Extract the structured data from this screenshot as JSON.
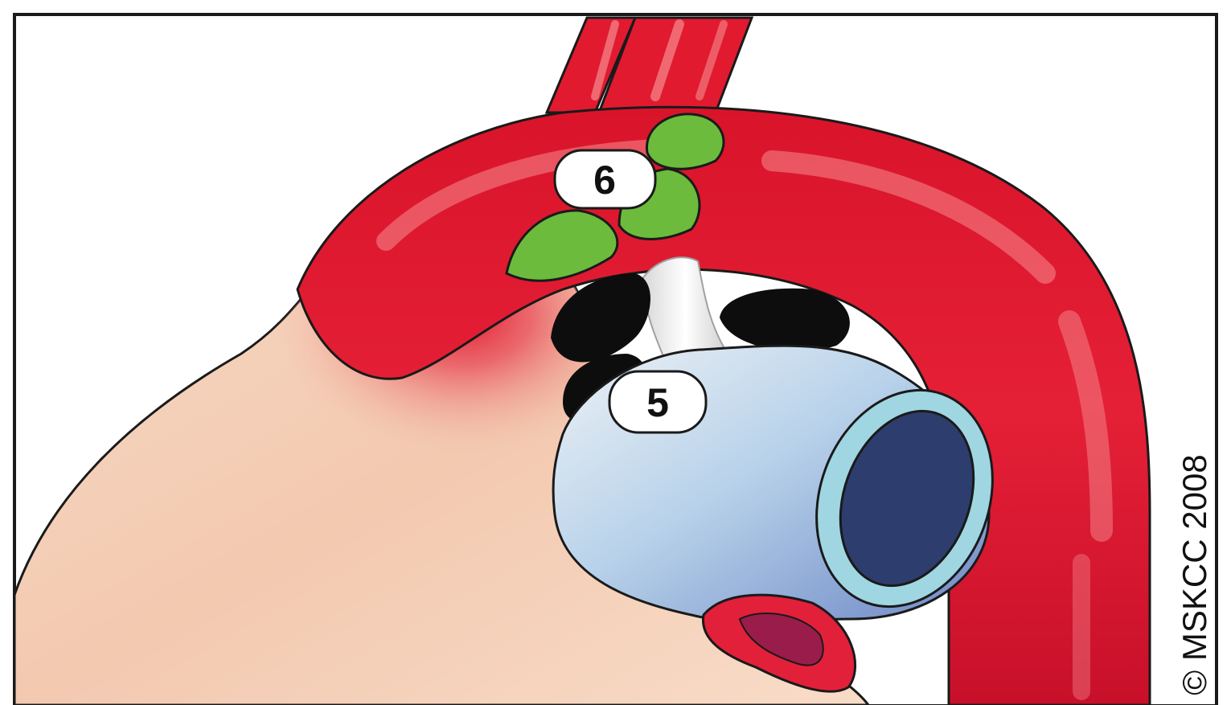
{
  "labels": {
    "station_6": "6",
    "station_5": "5"
  },
  "copyright": "© MSKCC 2008",
  "colors": {
    "aorta": "#e0172e",
    "aorta_highlight": "#f58a8e",
    "heart_skin": "#f5d3bb",
    "pulmonary_artery": "#c9dff0",
    "pulmonary_lumen": "#2d3d6e",
    "pulmonary_rim": "#9fd6e2",
    "ligamentum": "#e8e8e8",
    "lymph_node_green": "#6cbb3c",
    "lymph_node_black": "#0d0d0d",
    "bronchus_red": "#e3203a",
    "bronchus_inner": "#9a1c4a"
  }
}
